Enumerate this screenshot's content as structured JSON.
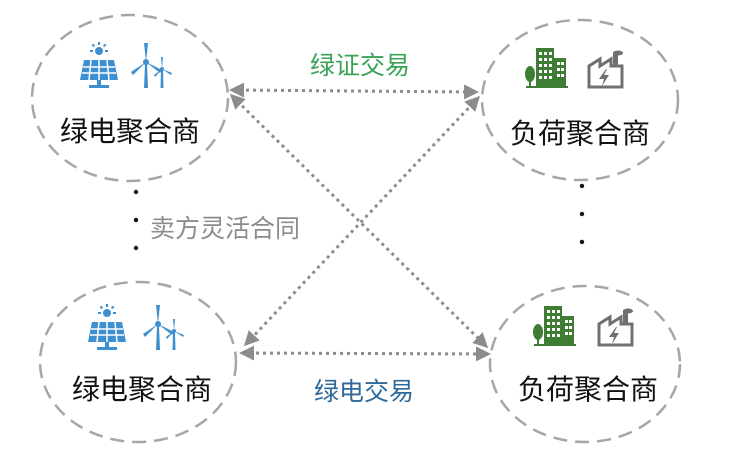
{
  "nodes": {
    "top_left": {
      "label": "绿电聚合商",
      "icons": [
        "solar-panel-icon",
        "wind-turbine-icon"
      ]
    },
    "top_right": {
      "label": "负荷聚合商",
      "icons": [
        "office-buildings-icon",
        "factory-icon"
      ]
    },
    "bottom_left": {
      "label": "绿电聚合商",
      "icons": [
        "solar-panel-icon",
        "wind-turbine-icon"
      ]
    },
    "bottom_right": {
      "label": "负荷聚合商",
      "icons": [
        "office-buildings-icon",
        "factory-icon"
      ]
    }
  },
  "edges": {
    "top": {
      "label": "绿证交易",
      "color": "#3aa356"
    },
    "bottom": {
      "label": "绿电交易",
      "color": "#2e6a9b"
    },
    "cross": {
      "label": "卖方灵活合同",
      "color": "#8c8c8c"
    }
  },
  "colors": {
    "circle_dash": "#a6a6a6",
    "arrow": "#8c8c8c",
    "supplier_icon": "#3d8fcf",
    "load_icon_green": "#3e7d33",
    "load_icon_gray": "#707070"
  }
}
